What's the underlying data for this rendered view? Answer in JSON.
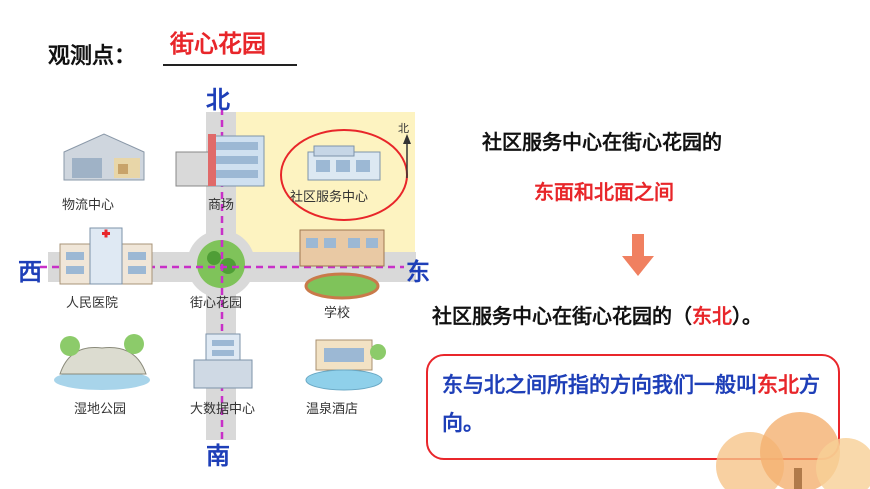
{
  "header": {
    "observation_label": "观测点：",
    "observation_value": "街心花园"
  },
  "compass": {
    "north": "北",
    "south": "南",
    "west": "西",
    "east": "东",
    "mini_north": "北"
  },
  "map_labels": {
    "logistics": "物流中心",
    "mall": "商场",
    "community": "社区服务中心",
    "hospital": "人民医院",
    "garden": "街心花园",
    "school": "学校",
    "wetland": "湿地公园",
    "datacenter": "大数据中心",
    "hotspring": "温泉酒店"
  },
  "right_panel": {
    "line1": "社区服务中心在街心花园的",
    "line2": "东面和北面之间",
    "line3_prefix": "社区服务中心在街心花园的（",
    "line3_answer": "东北",
    "line3_suffix": "）。",
    "note_part1": "东与北之间所指的方向我们一般叫",
    "note_highlight": "东北",
    "note_part2": "方向。"
  },
  "colors": {
    "accent_red": "#e8262a",
    "accent_blue": "#1e3fb8",
    "axis_magenta": "#c830c8",
    "quadrant_fill": "#fdf3c1"
  }
}
